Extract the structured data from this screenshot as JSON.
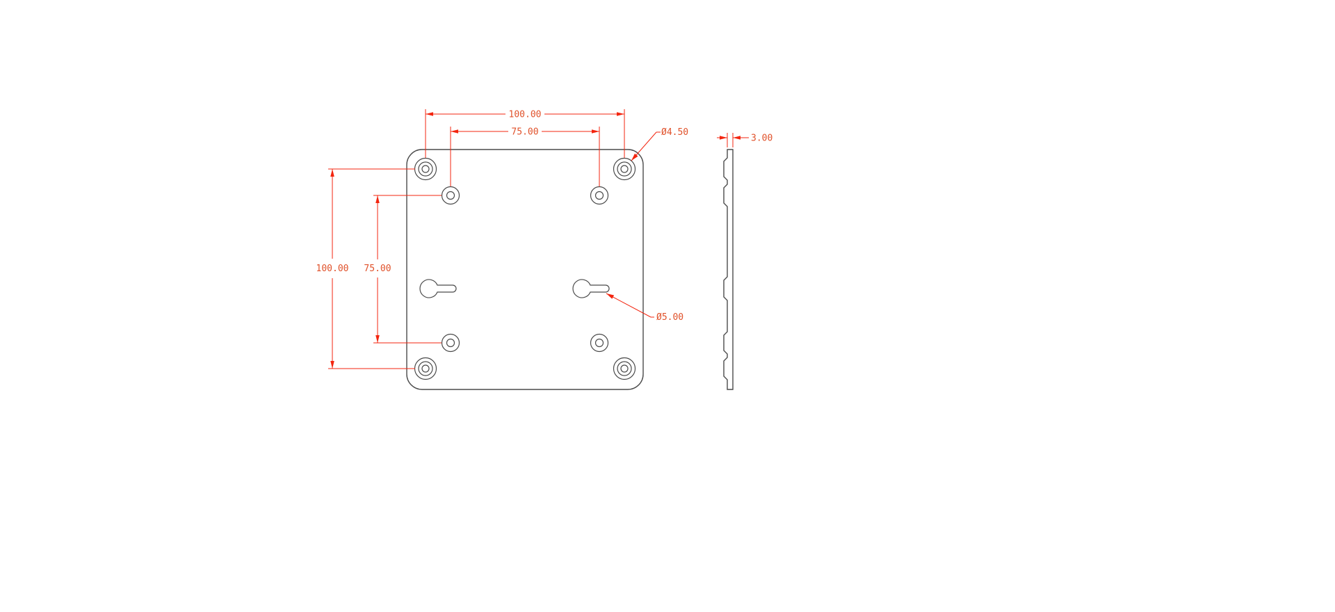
{
  "drawing": {
    "colors": {
      "dimension_line": "#f3250f",
      "dimension_text": "#e0512a",
      "part_line": "#4a4a4a",
      "background": "#ffffff"
    },
    "front_view": {
      "dim_width_outer": "100.00",
      "dim_width_inner": "75.00",
      "dim_height_outer": "100.00",
      "dim_height_inner": "75.00",
      "callout_corner_hole": "Ø4.50",
      "callout_keyhole": "Ø5.00"
    },
    "side_view": {
      "dim_thickness": "3.00"
    }
  }
}
